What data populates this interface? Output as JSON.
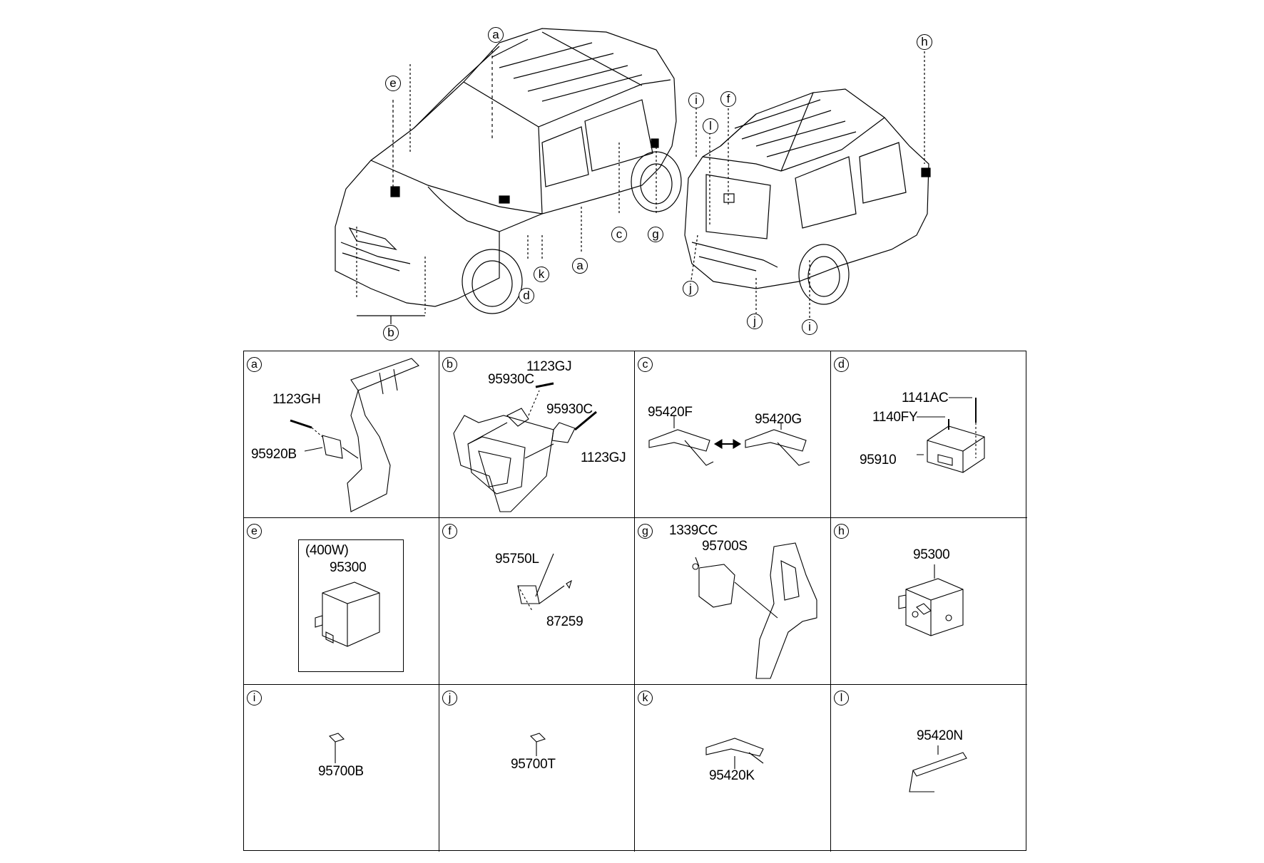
{
  "callouts": {
    "a_top": "a",
    "e": "e",
    "i_top": "i",
    "f": "f",
    "h": "h",
    "l_top": "l",
    "c": "c",
    "g": "g",
    "a_mid": "a",
    "k": "k",
    "d": "d",
    "b": "b",
    "j_left": "j",
    "j_right": "j",
    "i_bottom": "i"
  },
  "panels": [
    {
      "tag": "a",
      "labels": [
        "1123GH",
        "95920B"
      ]
    },
    {
      "tag": "b",
      "labels": [
        "1123GJ",
        "95930C",
        "95930C",
        "1123GJ"
      ]
    },
    {
      "tag": "c",
      "labels": [
        "95420F",
        "95420G"
      ]
    },
    {
      "tag": "d",
      "labels": [
        "1141AC",
        "1140FY",
        "95910"
      ]
    },
    {
      "tag": "e",
      "labels": [
        "(400W)",
        "95300"
      ]
    },
    {
      "tag": "f",
      "labels": [
        "95750L",
        "87259"
      ]
    },
    {
      "tag": "g",
      "labels": [
        "1339CC",
        "95700S"
      ]
    },
    {
      "tag": "h",
      "labels": [
        "95300"
      ]
    },
    {
      "tag": "i",
      "labels": [
        "95700B"
      ]
    },
    {
      "tag": "j",
      "labels": [
        "95700T"
      ]
    },
    {
      "tag": "k",
      "labels": [
        "95420K"
      ]
    },
    {
      "tag": "l",
      "labels": [
        "95420N"
      ]
    }
  ]
}
